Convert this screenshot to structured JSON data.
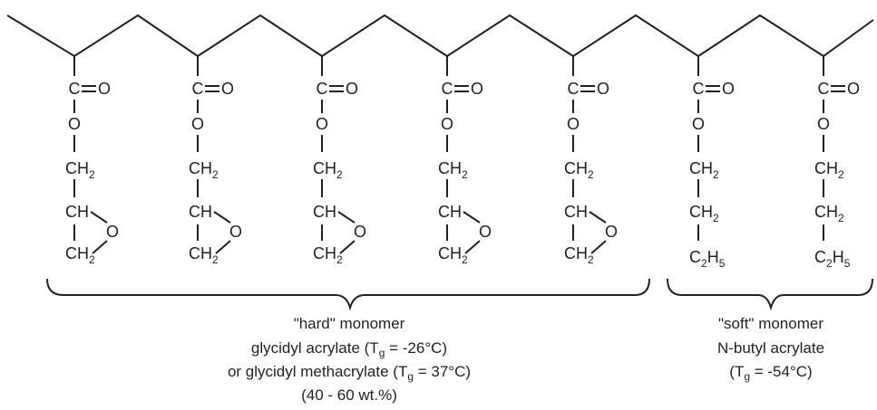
{
  "atoms": {
    "carbonyl": "C",
    "carbonyl_oxygen": "O",
    "ester_oxygen": "O",
    "methylene": "CH",
    "methylene_sub": "2",
    "methine": "CH",
    "epoxide_oxygen": "O",
    "ethyl": "C",
    "ethyl_sub_c": "2",
    "ethyl_h": "H",
    "ethyl_sub_h": "5"
  },
  "units": [
    {
      "type": "epoxy"
    },
    {
      "type": "epoxy"
    },
    {
      "type": "epoxy"
    },
    {
      "type": "epoxy"
    },
    {
      "type": "epoxy"
    },
    {
      "type": "butyl"
    },
    {
      "type": "butyl"
    }
  ],
  "hard_group": {
    "label": "\"hard\" monomer",
    "line2_pre": "glycidyl acrylate (T",
    "line2_sub": "g",
    "line2_post": " = -26°C)",
    "line3_pre": "or glycidyl methacrylate (T",
    "line3_sub": "g",
    "line3_post": " = 37°C)",
    "line4": "(40 - 60 wt.%)"
  },
  "soft_group": {
    "label": "\"soft\" monomer",
    "line2": "N-butyl acrylate",
    "line3_pre": "(T",
    "line3_sub": "g",
    "line3_post": " = -54°C)"
  },
  "colors": {
    "stroke": "#222222",
    "background": "#ffffff"
  }
}
